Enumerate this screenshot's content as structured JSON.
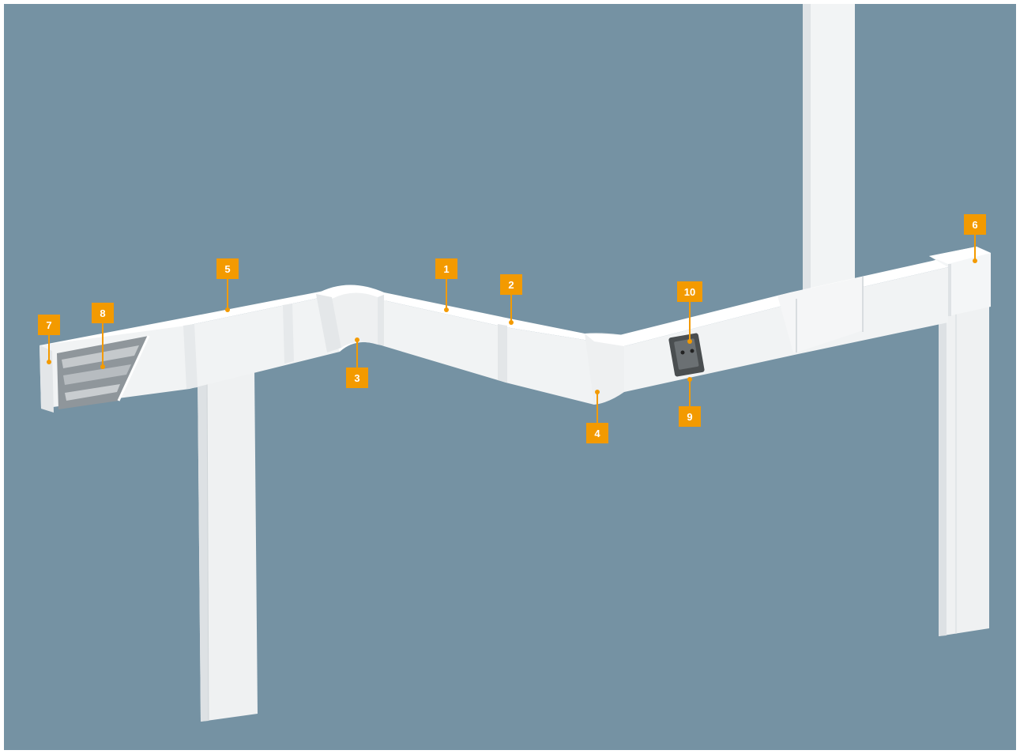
{
  "scene": {
    "subject": "cable-trunking-system",
    "background_color": "#7592a3",
    "trunking_color": "#f4f5f5",
    "shadow_color": "#dfe2e4",
    "profile_color": "#9aa0a5",
    "socket_color": "#444849",
    "callout_color": "#f39a00",
    "callout_text_color": "#ffffff"
  },
  "callouts": [
    {
      "id": "c1",
      "label": "1"
    },
    {
      "id": "c2",
      "label": "2"
    },
    {
      "id": "c3",
      "label": "3"
    },
    {
      "id": "c4",
      "label": "4"
    },
    {
      "id": "c5",
      "label": "5"
    },
    {
      "id": "c6",
      "label": "6"
    },
    {
      "id": "c7",
      "label": "7"
    },
    {
      "id": "c8",
      "label": "8"
    },
    {
      "id": "c9",
      "label": "9"
    },
    {
      "id": "c10",
      "label": "10"
    }
  ]
}
